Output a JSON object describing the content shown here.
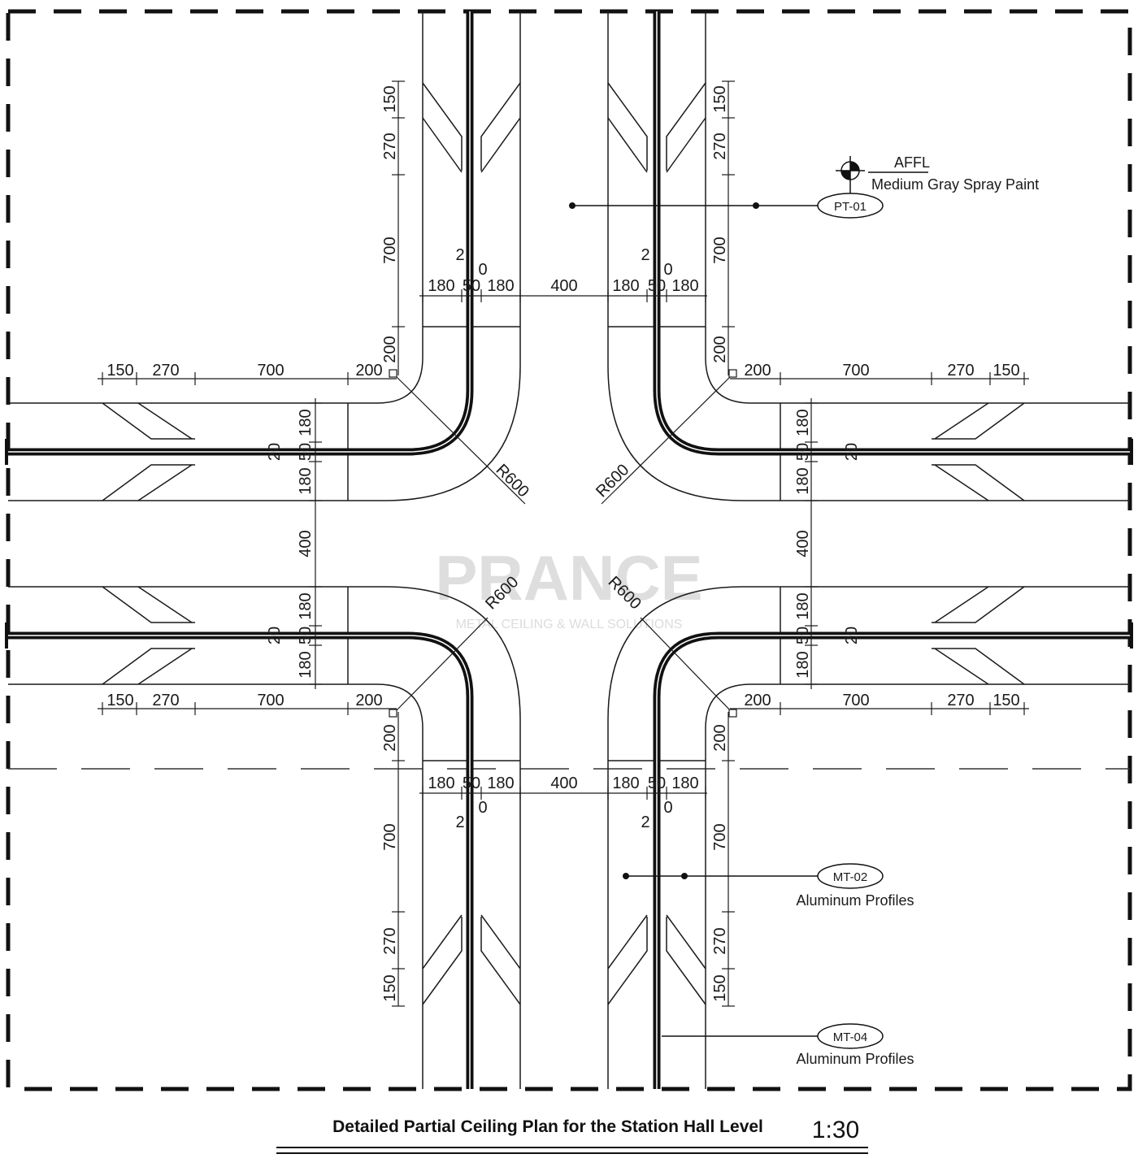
{
  "title": "Detailed Partial Ceiling Plan for the Station Hall Level",
  "scale": "1:30",
  "watermark": {
    "logo": "PRANCE",
    "tagline": "METAL CEILING & WALL SOLUTIONS"
  },
  "level_marker": {
    "label": "AFFL"
  },
  "callouts": {
    "pt01": {
      "tag": "PT-01",
      "note": "Medium Gray Spray Paint"
    },
    "mt02": {
      "tag": "MT-02",
      "note": "Aluminum Profiles"
    },
    "mt04": {
      "tag": "MT-04",
      "note": "Aluminum Profiles"
    }
  },
  "dims": {
    "d150": "150",
    "d270": "270",
    "d700": "700",
    "d200": "200",
    "d180": "180",
    "d50": "50",
    "d400": "400",
    "d2": "2",
    "d0": "0",
    "d20": "20",
    "d2plain": "20",
    "r600": "R600"
  },
  "colors": {
    "line": "#1a1a1a",
    "profile": "#111111",
    "watermark": "#dedede"
  }
}
